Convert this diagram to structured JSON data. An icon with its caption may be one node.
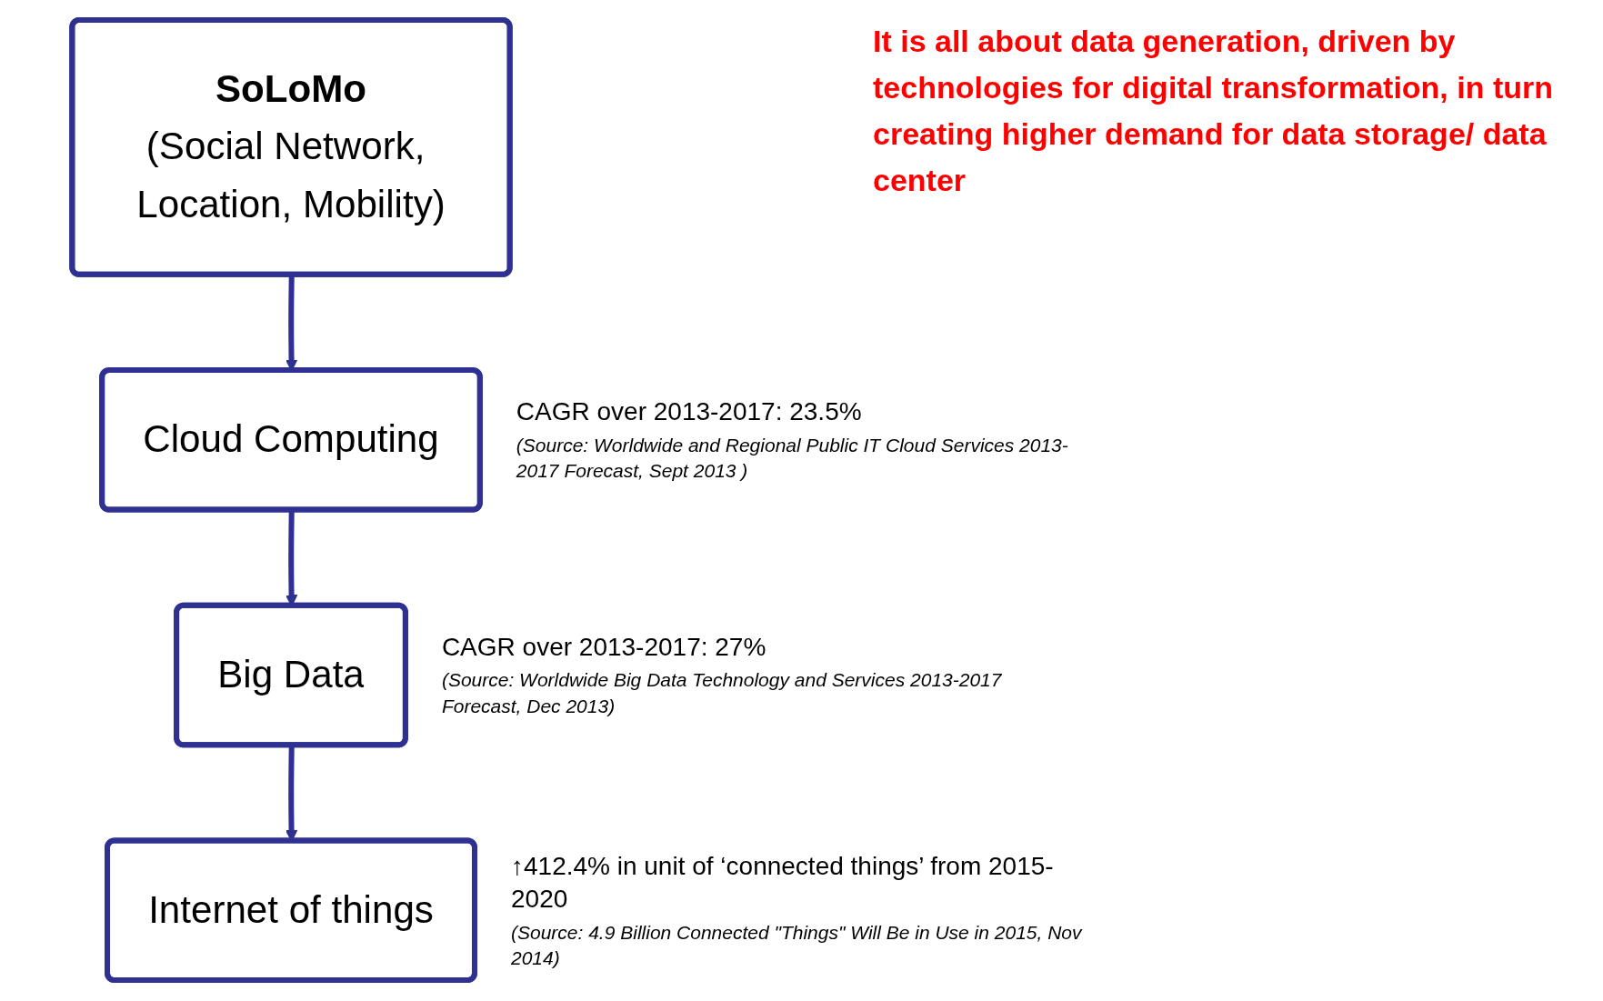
{
  "diagram": {
    "nodes": [
      {
        "text": [
          "SoLoMo",
          "(Social Network, Location, Mobility)"
        ]
      },
      {
        "text": [
          "Cloud Computing"
        ],
        "beside": [
          "CAGR over 2013-2017: 23.5%",
          "(Source: Worldwide and Regional Public IT Cloud Services 2013-2017 Forecast, Sept 2013 )"
        ]
      },
      {
        "text": [
          "Big Data"
        ],
        "beside": [
          "CAGR over 2013-2017: 27%",
          "(Source: Worldwide Big Data Technology and Services 2013-2017 Forecast, Dec 2013)"
        ]
      },
      {
        "text": [
          "Internet of things"
        ],
        "beside": [
          "↑412.4% in unit of ‘connected things’ from 2015-2020",
          "(Source: 4.9 Billion Connected \"Things\" Will Be in Use in 2015, Nov 2014)"
        ]
      }
    ],
    "edges": [
      {
        "from": 0,
        "to": 1,
        "arrow": "to"
      },
      {
        "from": 1,
        "to": 2,
        "arrow": "to"
      },
      {
        "from": 2,
        "to": 3,
        "arrow": "to"
      }
    ],
    "labels": [
      "It is all about data generation, driven by technologies for digital transformation, in turn creating higher demand for data storage/ data center"
    ]
  }
}
